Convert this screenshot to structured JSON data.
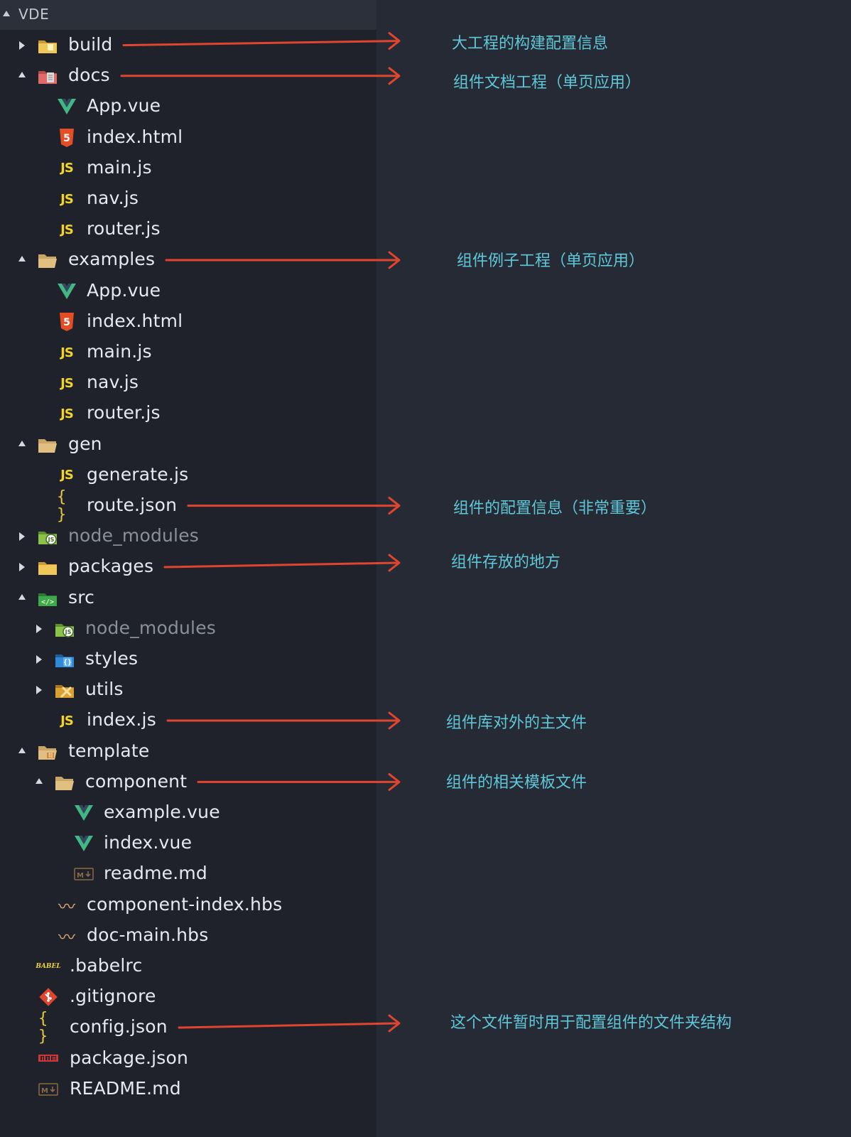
{
  "tree": {
    "root_label": "VDE",
    "items": [
      {
        "label": "build",
        "depth": 0,
        "toggle": "collapsed",
        "icon": "build-folder-icon",
        "dim": false
      },
      {
        "label": "docs",
        "depth": 0,
        "toggle": "expanded",
        "icon": "docs-folder-icon",
        "dim": false
      },
      {
        "label": "App.vue",
        "depth": 1,
        "toggle": "none",
        "icon": "vue-icon",
        "dim": false
      },
      {
        "label": "index.html",
        "depth": 1,
        "toggle": "none",
        "icon": "html5-icon",
        "dim": false
      },
      {
        "label": "main.js",
        "depth": 1,
        "toggle": "none",
        "icon": "js-icon",
        "dim": false
      },
      {
        "label": "nav.js",
        "depth": 1,
        "toggle": "none",
        "icon": "js-icon",
        "dim": false
      },
      {
        "label": "router.js",
        "depth": 1,
        "toggle": "none",
        "icon": "js-icon",
        "dim": false
      },
      {
        "label": "examples",
        "depth": 0,
        "toggle": "expanded",
        "icon": "folder-open-icon",
        "dim": false
      },
      {
        "label": "App.vue",
        "depth": 1,
        "toggle": "none",
        "icon": "vue-icon",
        "dim": false
      },
      {
        "label": "index.html",
        "depth": 1,
        "toggle": "none",
        "icon": "html5-icon",
        "dim": false
      },
      {
        "label": "main.js",
        "depth": 1,
        "toggle": "none",
        "icon": "js-icon",
        "dim": false
      },
      {
        "label": "nav.js",
        "depth": 1,
        "toggle": "none",
        "icon": "js-icon",
        "dim": false
      },
      {
        "label": "router.js",
        "depth": 1,
        "toggle": "none",
        "icon": "js-icon",
        "dim": false
      },
      {
        "label": "gen",
        "depth": 0,
        "toggle": "expanded",
        "icon": "folder-open-icon",
        "dim": false
      },
      {
        "label": "generate.js",
        "depth": 1,
        "toggle": "none",
        "icon": "js-icon",
        "dim": false
      },
      {
        "label": "route.json",
        "depth": 1,
        "toggle": "none",
        "icon": "json-braces-icon",
        "dim": false
      },
      {
        "label": "node_modules",
        "depth": 0,
        "toggle": "collapsed",
        "icon": "node-folder-icon",
        "dim": true
      },
      {
        "label": "packages",
        "depth": 0,
        "toggle": "collapsed",
        "icon": "folder-closed-icon",
        "dim": false
      },
      {
        "label": "src",
        "depth": 0,
        "toggle": "expanded",
        "icon": "src-folder-icon",
        "dim": false
      },
      {
        "label": "node_modules",
        "depth": 1,
        "toggle": "collapsed",
        "icon": "node-folder-icon",
        "dim": true
      },
      {
        "label": "styles",
        "depth": 1,
        "toggle": "collapsed",
        "icon": "styles-folder-icon",
        "dim": false
      },
      {
        "label": "utils",
        "depth": 1,
        "toggle": "collapsed",
        "icon": "utils-folder-icon",
        "dim": false
      },
      {
        "label": "index.js",
        "depth": 1,
        "toggle": "none",
        "icon": "js-icon",
        "dim": false
      },
      {
        "label": "template",
        "depth": 0,
        "toggle": "expanded",
        "icon": "template-folder-icon",
        "dim": false
      },
      {
        "label": "component",
        "depth": 1,
        "toggle": "expanded",
        "icon": "folder-open-icon",
        "dim": false
      },
      {
        "label": "example.vue",
        "depth": 2,
        "toggle": "none",
        "icon": "vue-icon",
        "dim": false
      },
      {
        "label": "index.vue",
        "depth": 2,
        "toggle": "none",
        "icon": "vue-icon",
        "dim": false
      },
      {
        "label": "readme.md",
        "depth": 2,
        "toggle": "none",
        "icon": "markdown-icon",
        "dim": false
      },
      {
        "label": "component-index.hbs",
        "depth": 1,
        "toggle": "none",
        "icon": "handlebars-icon",
        "dim": false
      },
      {
        "label": "doc-main.hbs",
        "depth": 1,
        "toggle": "none",
        "icon": "handlebars-icon",
        "dim": false
      },
      {
        "label": ".babelrc",
        "depth": 0,
        "toggle": "none",
        "icon": "babel-icon",
        "dim": false
      },
      {
        "label": ".gitignore",
        "depth": 0,
        "toggle": "none",
        "icon": "git-icon",
        "dim": false
      },
      {
        "label": "config.json",
        "depth": 0,
        "toggle": "none",
        "icon": "json-braces-icon",
        "dim": false
      },
      {
        "label": "package.json",
        "depth": 0,
        "toggle": "none",
        "icon": "npm-icon",
        "dim": false
      },
      {
        "label": "README.md",
        "depth": 0,
        "toggle": "none",
        "icon": "markdown-icon",
        "dim": false
      }
    ]
  },
  "annotations": [
    {
      "row": 0,
      "text": "大工程的构建配置信息"
    },
    {
      "row": 1,
      "text": "组件文档工程（单页应用）"
    },
    {
      "row": 7,
      "text": "组件例子工程（单页应用）"
    },
    {
      "row": 15,
      "text": "组件的配置信息（非常重要）"
    },
    {
      "row": 17,
      "text": "组件存放的地方"
    },
    {
      "row": 22,
      "text": "组件库对外的主文件"
    },
    {
      "row": 24,
      "text": "组件的相关模板文件"
    },
    {
      "row": 32,
      "text": "这个文件暂时用于配置组件的文件夹结构"
    }
  ],
  "colors": {
    "arrow": "#e0452f",
    "annotation_text": "#5ec8d8",
    "sidebar_bg": "#1f222b",
    "editor_bg": "#262a35",
    "js": "#f2d32c",
    "vue": "#41b883",
    "html5": "#e44d26"
  }
}
